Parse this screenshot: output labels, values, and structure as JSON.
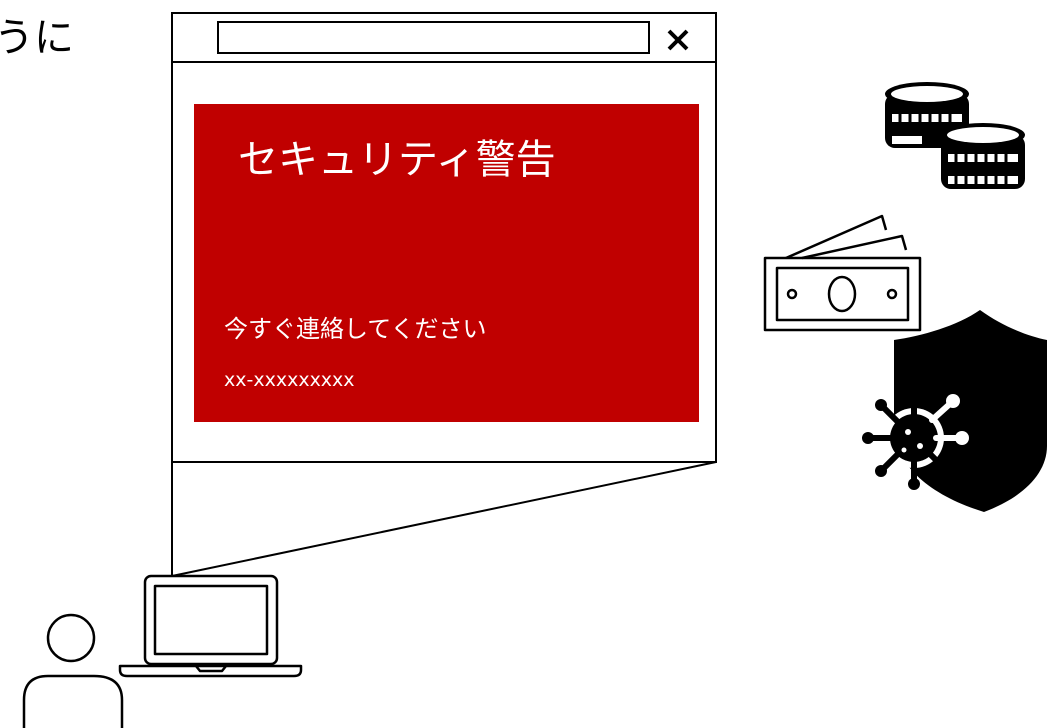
{
  "caption": {
    "fragment": "うに"
  },
  "popup": {
    "title": "セキュリティ警告",
    "message": "今すぐ連絡してください",
    "phone": "xx-xxxxxxxxx"
  },
  "icons": {
    "close": "close-icon",
    "coins": "coins-icon",
    "banknote": "banknote-icon",
    "shield": "virus-shield-icon",
    "laptop": "laptop-icon",
    "person": "person-icon"
  },
  "colors": {
    "warning_red": "#c00000"
  }
}
